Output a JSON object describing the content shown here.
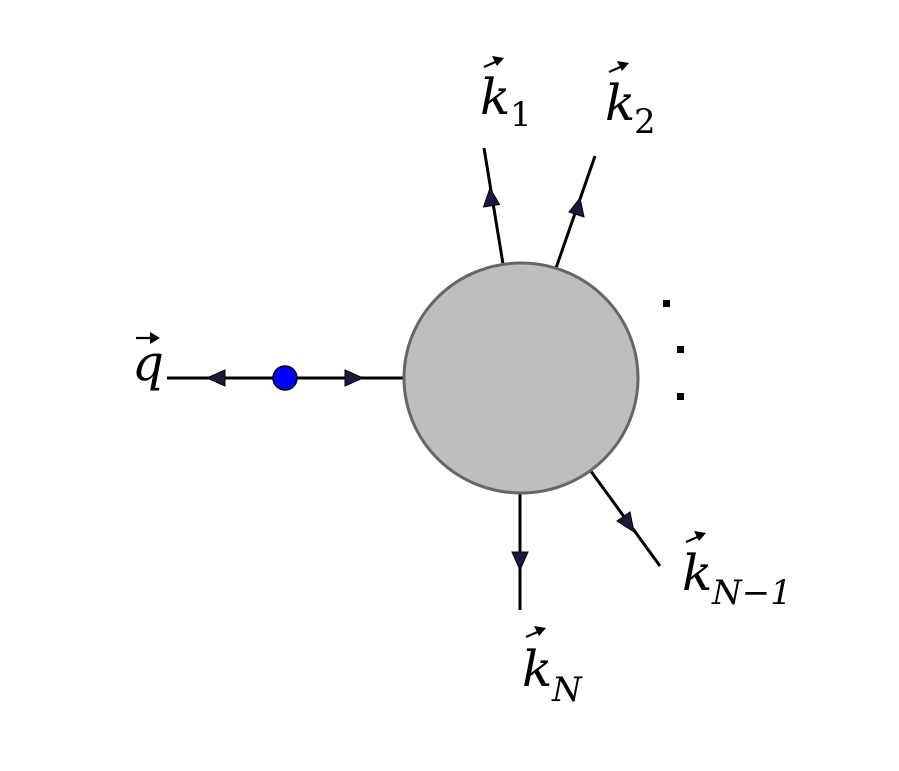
{
  "diagram": {
    "labels": {
      "q": {
        "symbol": "q",
        "sub": ""
      },
      "k1": {
        "symbol": "k",
        "sub": "1"
      },
      "k2": {
        "symbol": "k",
        "sub": "2"
      },
      "kN1": {
        "symbol": "k",
        "sub": "N−1"
      },
      "kN": {
        "symbol": "k",
        "sub": "N"
      }
    },
    "colors": {
      "blob_fill": "#bebebe",
      "blob_stroke": "#666666",
      "vertex_dot": "#0000ff",
      "line": "#000000"
    }
  }
}
